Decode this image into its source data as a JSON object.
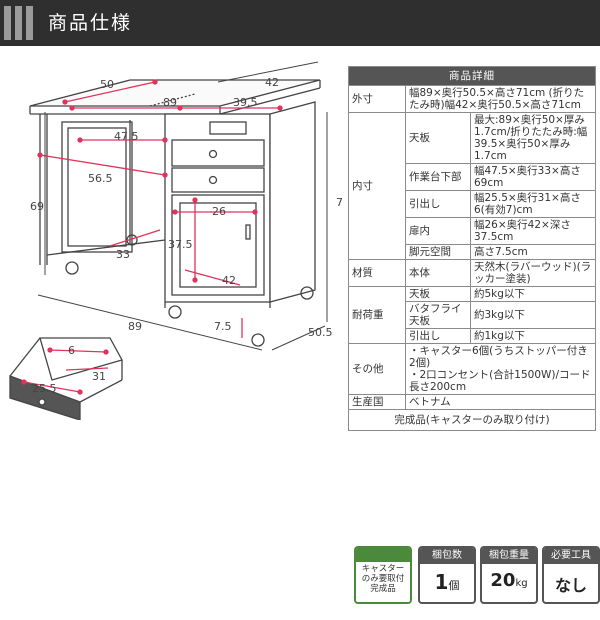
{
  "header": {
    "title": "商品仕様"
  },
  "dimensions": {
    "top_depth": "50",
    "top_width_right": "42",
    "top_width_full": "89",
    "top_half": "39.5",
    "knee_width": "47.5",
    "knee_depth": "56.5",
    "height": "69",
    "right_height": "7",
    "drawer_width": "26",
    "cab_depth": "37.5",
    "knee_inner": "33",
    "cab_inner": "42",
    "caster": "7.5",
    "bottom_width": "89",
    "bottom_depth": "50.5",
    "drawer_w": "6",
    "drawer_d": "31",
    "drawer_len": "25.5"
  },
  "spec": {
    "title": "商品詳細",
    "outer_label": "外寸",
    "outer_value": "幅89×奥行50.5×高さ71cm (折りたたみ時)幅42×奥行50.5×高さ71cm",
    "inner_label": "内寸",
    "top_label": "天板",
    "top_value": "最大:89×奥行50×厚み1.7cm/折りたたみ時:幅39.5×奥行50×厚み1.7cm",
    "work_label": "作業台下部",
    "work_value": "幅47.5×奥行33×高さ69cm",
    "drawer_label": "引出し",
    "drawer_value": "幅25.5×奥行31×高さ6(有効7)cm",
    "door_label": "扉内",
    "door_value": "幅26×奥行42×深さ37.5cm",
    "leg_label": "脚元空間",
    "leg_value": "高さ7.5cm",
    "material_label": "材質",
    "material_sub": "本体",
    "material_value": "天然木(ラバーウッド)(ラッカー塗装)",
    "load_label": "耐荷重",
    "load_top_label": "天板",
    "load_top_value": "約5kg以下",
    "load_flap_label": "バタフライ天板",
    "load_flap_value": "約3kg以下",
    "load_drawer_label": "引出し",
    "load_drawer_value": "約1kg以下",
    "other_label": "その他",
    "other_value1": "・キャスター6個(うちストッパー付き2個)",
    "other_value2": "・2口コンセント(合計1500W)/コード長さ200cm",
    "origin_label": "生産国",
    "origin_value": "ベトナム",
    "assembled": "完成品(キャスターのみ取り付け)"
  },
  "badges": {
    "b1_text": "キャスターのみ要取付完成品",
    "b2_top": "梱包数",
    "b2_val": "1",
    "b2_unit": "個",
    "b3_top": "梱包重量",
    "b3_val": "20",
    "b3_unit": "kg",
    "b4_top": "必要工具",
    "b4_val": "なし"
  },
  "colors": {
    "accent": "#e0335c",
    "header_bg": "#2f2f2f",
    "gray": "#555555"
  }
}
